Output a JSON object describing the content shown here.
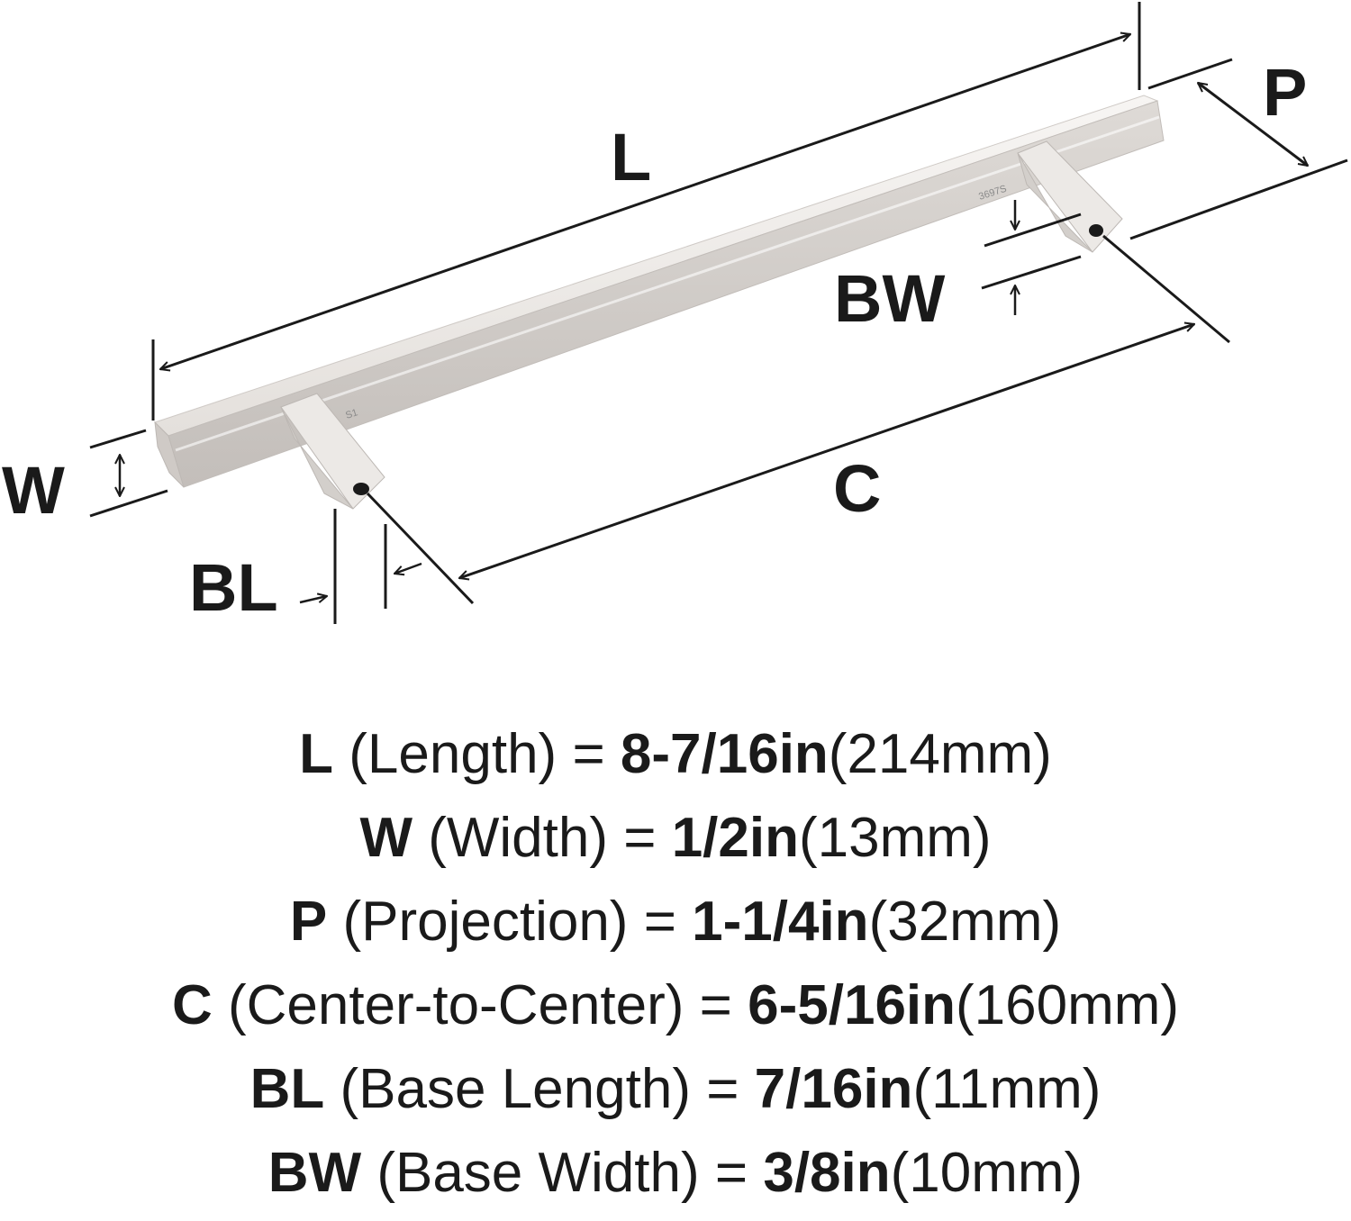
{
  "diagram": {
    "labels": {
      "length": "L",
      "projection": "P",
      "base_width": "BW",
      "width": "W",
      "center_to_center": "C",
      "base_length": "BL"
    },
    "part_marks": {
      "right": "3697S",
      "left": "S1"
    }
  },
  "specs": [
    {
      "code": "L",
      "desc": "(Length)",
      "eq": "=",
      "imperial": "8-7/16in",
      "metric": "(214mm)"
    },
    {
      "code": "W",
      "desc": "(Width)",
      "eq": "=",
      "imperial": "1/2in",
      "metric": "(13mm)"
    },
    {
      "code": "P",
      "desc": "(Projection)",
      "eq": "=",
      "imperial": "1-1/4in",
      "metric": "(32mm)"
    },
    {
      "code": "C",
      "desc": "(Center-to-Center)",
      "eq": "=",
      "imperial": "6-5/16in",
      "metric": "(160mm)"
    },
    {
      "code": "BL",
      "desc": "(Base Length)",
      "eq": "=",
      "imperial": "7/16in",
      "metric": "(11mm)"
    },
    {
      "code": "BW",
      "desc": "(Base Width)",
      "eq": "=",
      "imperial": "3/8in",
      "metric": "(10mm)"
    }
  ],
  "colors": {
    "ink": "#1a1a1a",
    "metal_light": "#f1eeec",
    "metal_mid": "#d9d5d1",
    "metal_dark": "#b9b4b0"
  }
}
